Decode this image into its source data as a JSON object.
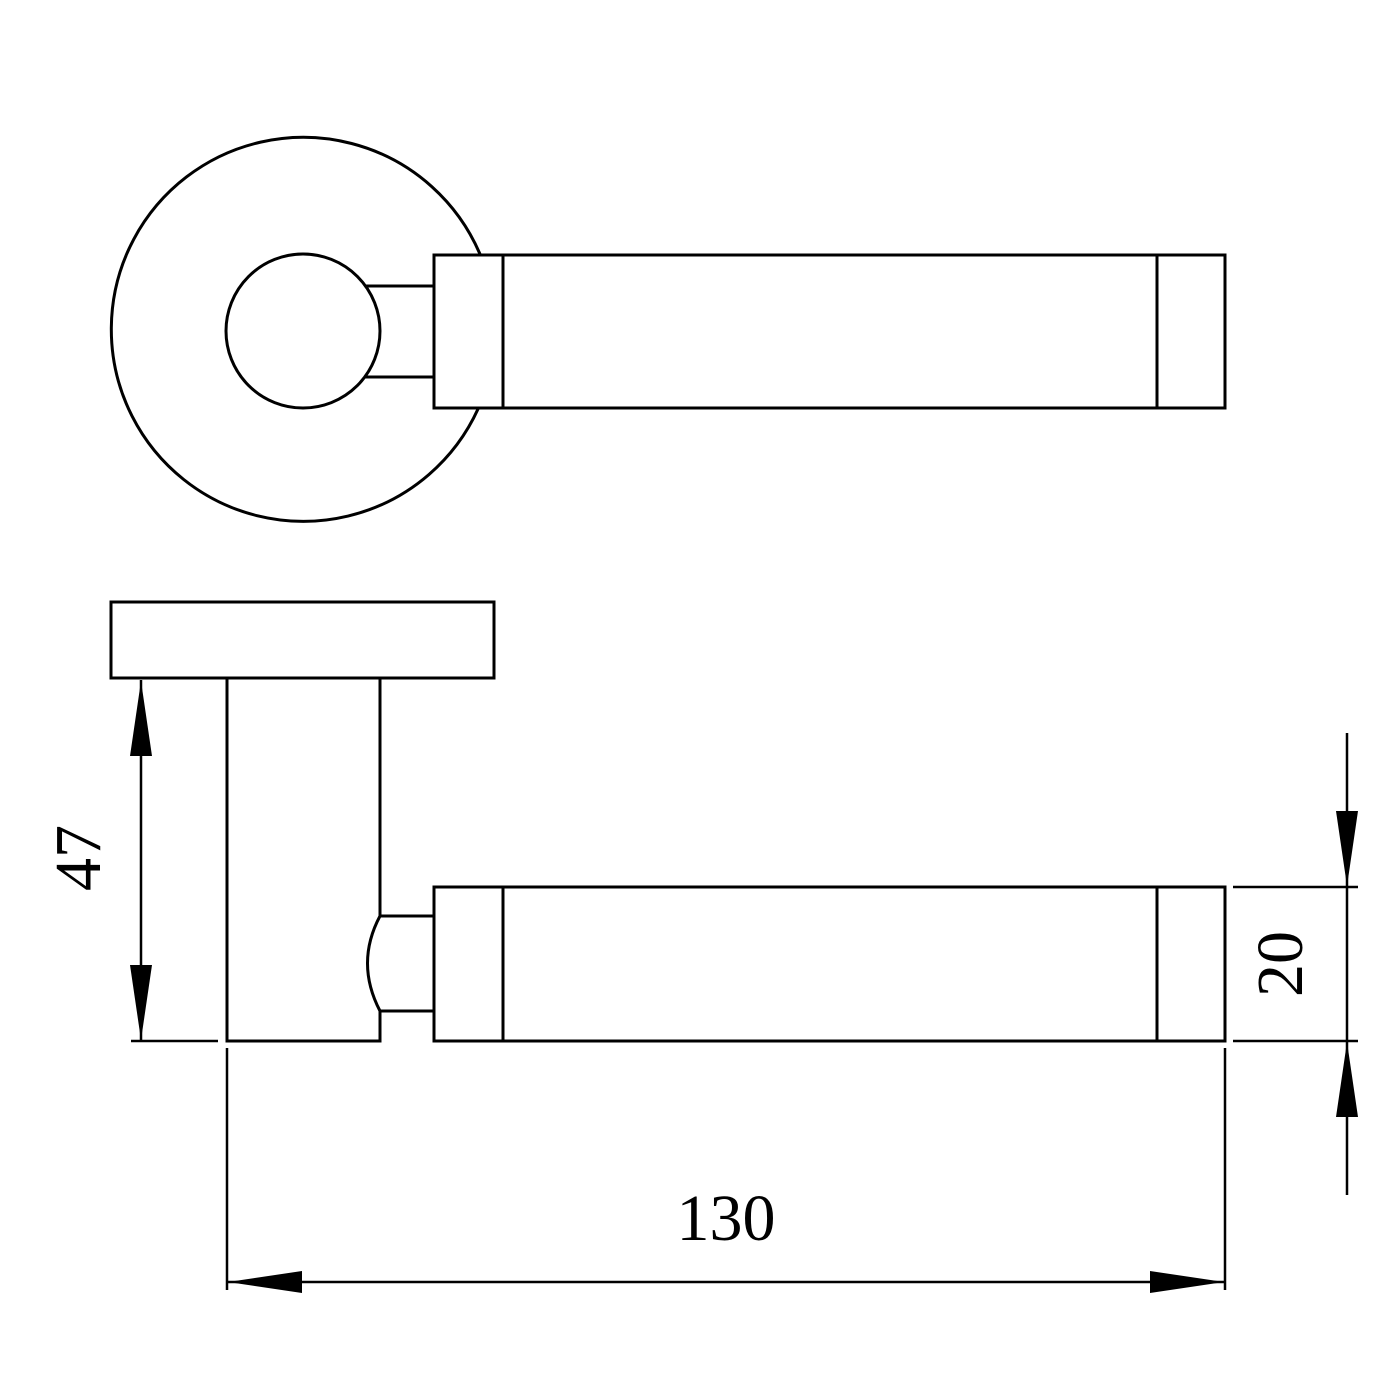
{
  "dimensions": {
    "overall_length": "130",
    "rose_to_lever_height": "47",
    "lever_thickness": "20"
  },
  "colors": {
    "line": "#000000",
    "background": "#ffffff"
  }
}
